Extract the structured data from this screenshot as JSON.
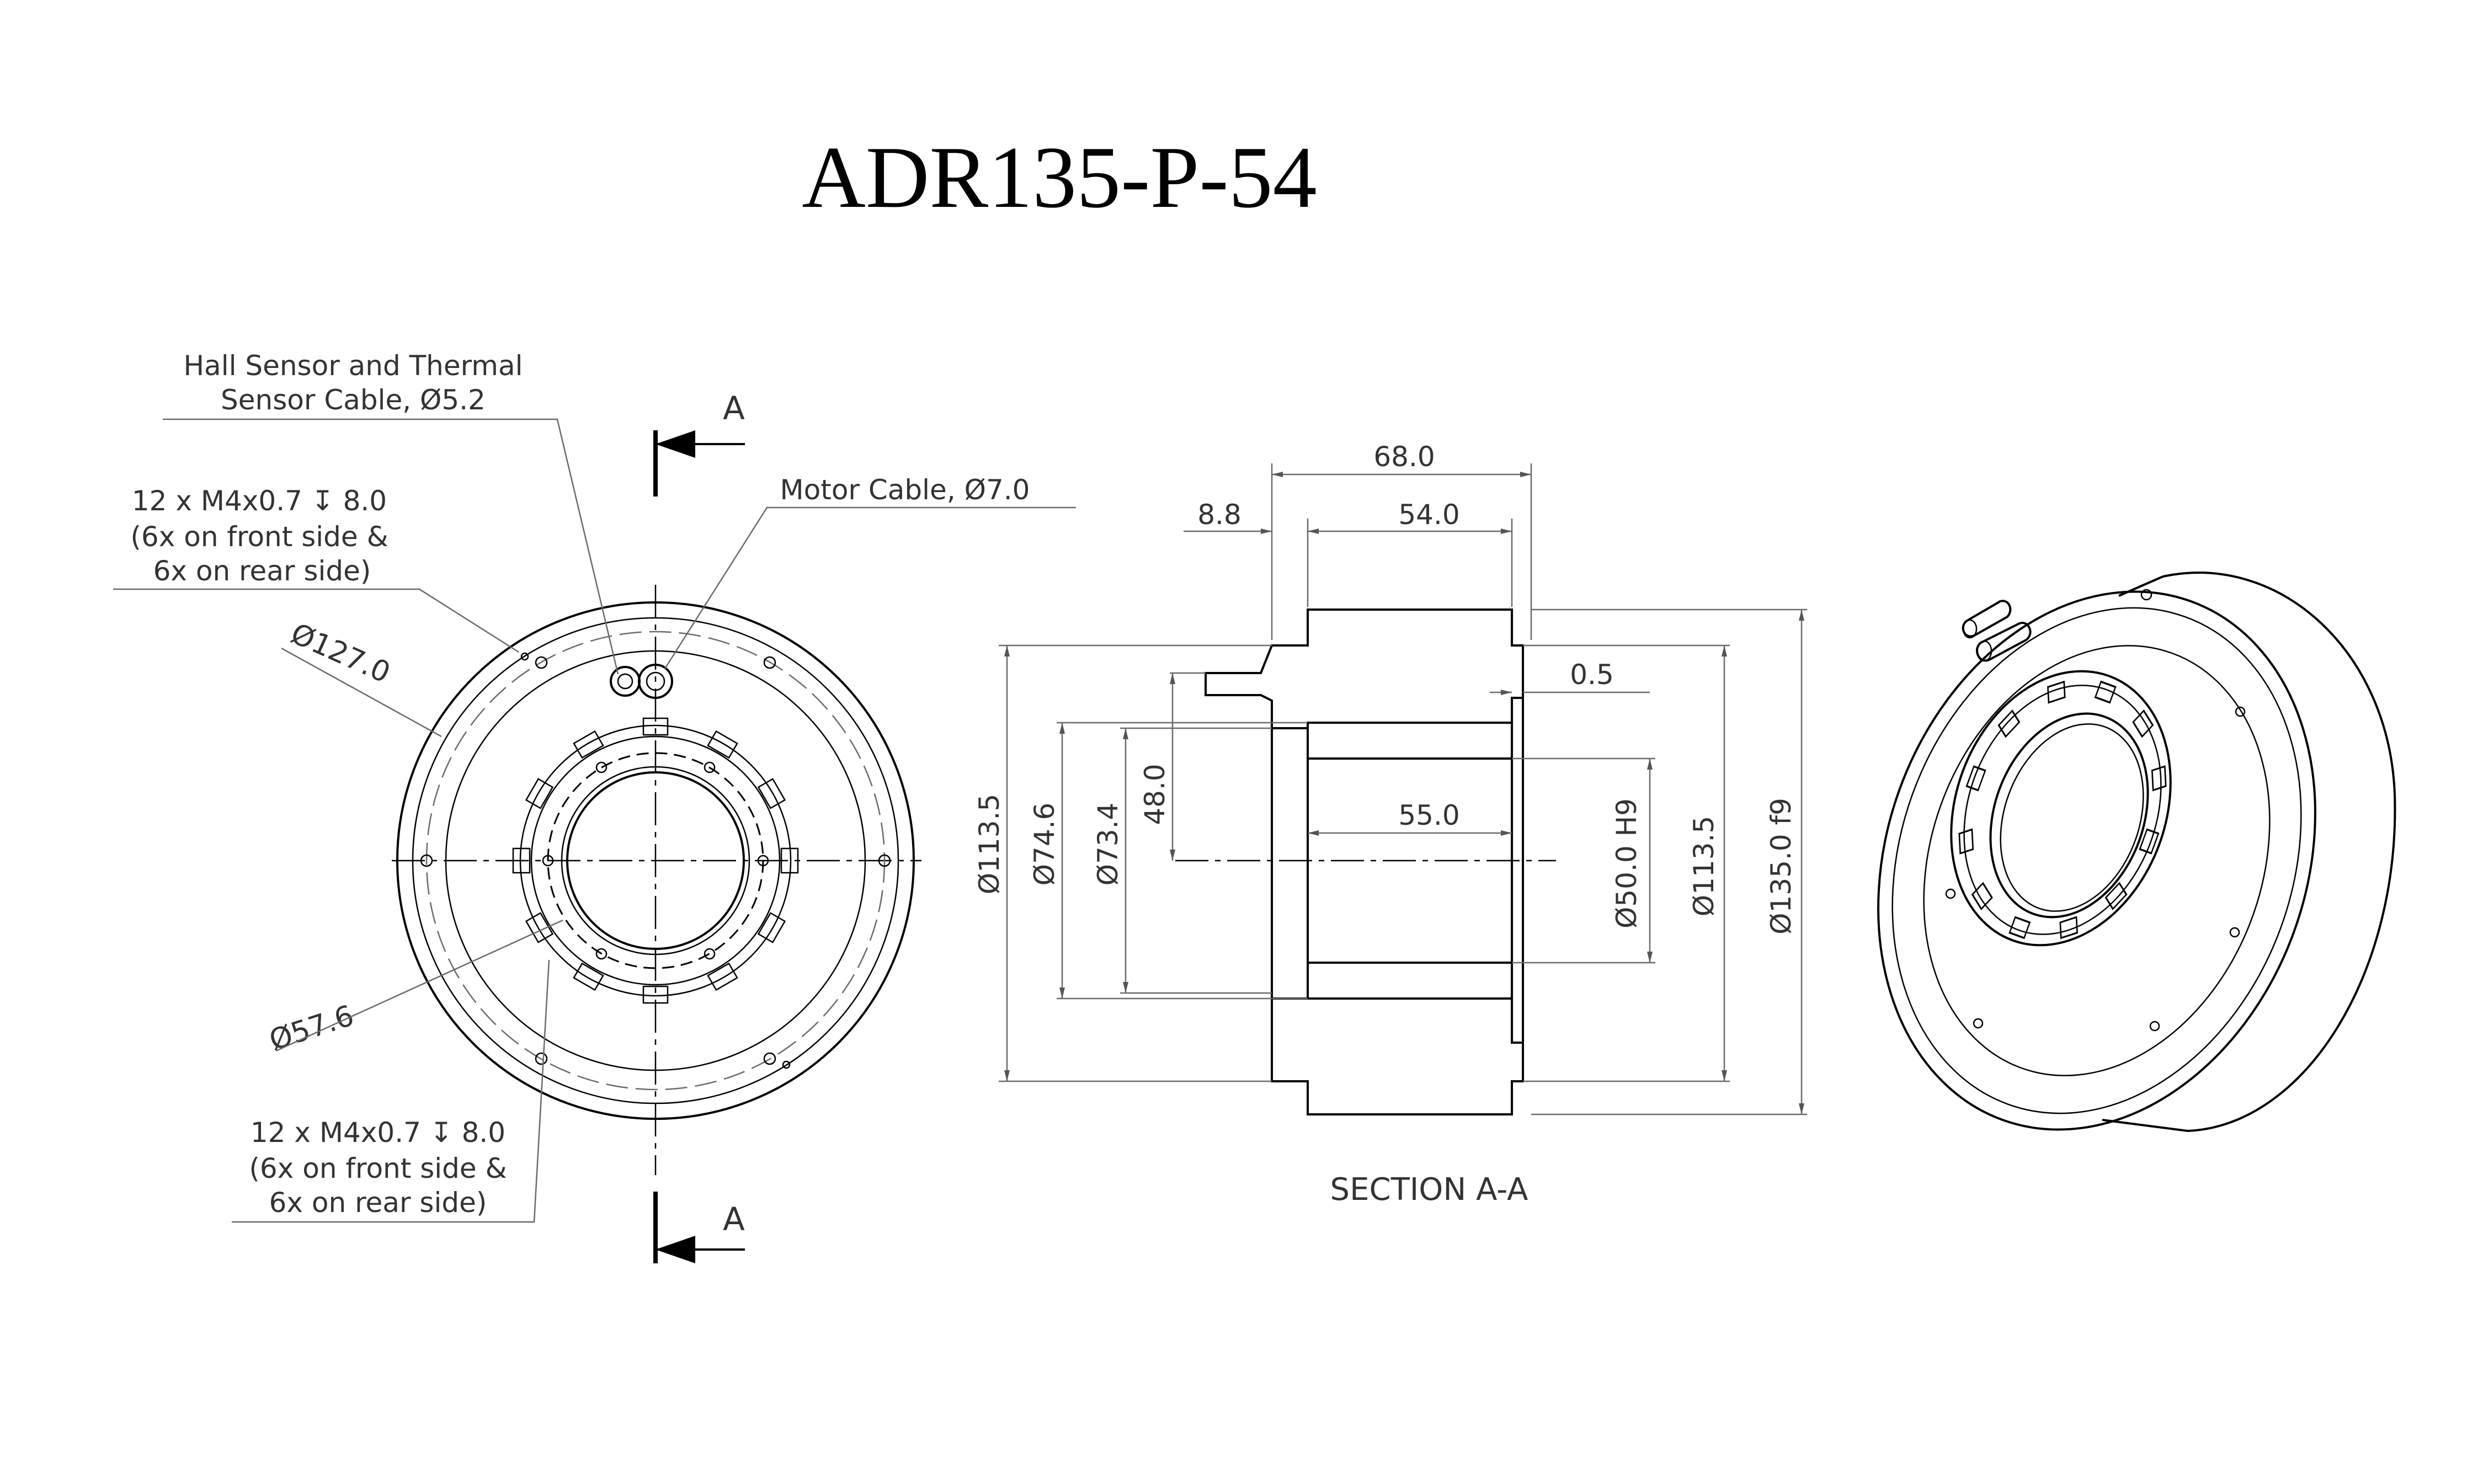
{
  "title": "ADR135-P-54",
  "section_label": "SECTION A-A",
  "section_markers": {
    "top": "A",
    "bottom": "A"
  },
  "front_view": {
    "callouts": {
      "hall_cable_line1": "Hall Sensor and Thermal",
      "hall_cable_line2": "Sensor Cable, Ø5.2",
      "motor_cable": "Motor Cable, Ø7.0",
      "holes_top_line1": "12 x M4x0.7 ↧ 8.0",
      "holes_top_line2": "(6x on front side &",
      "holes_top_line3": "6x on rear side)",
      "holes_bottom_line1": "12 x M4x0.7 ↧ 8.0",
      "holes_bottom_line2": "(6x on front side &",
      "holes_bottom_line3": "6x on rear side)",
      "dia_outer_pcd": "Ø127.0",
      "dia_inner_pcd": "Ø57.6"
    }
  },
  "section_view": {
    "dimensions": {
      "overall_length": "68.0",
      "flange_offset": "8.8",
      "body_length": "54.0",
      "gap": "0.5",
      "bore_length": "55.0",
      "height_48": "48.0",
      "dia_113_5_left": "Ø113.5",
      "dia_74_6": "Ø74.6",
      "dia_73_4": "Ø73.4",
      "dia_50_h9": "Ø50.0 H9",
      "dia_113_5_right": "Ø113.5",
      "dia_135_f9": "Ø135.0 f9"
    }
  },
  "icons": [
    "section-arrow-icon",
    "cable-port-icon",
    "tapped-hole-icon"
  ]
}
